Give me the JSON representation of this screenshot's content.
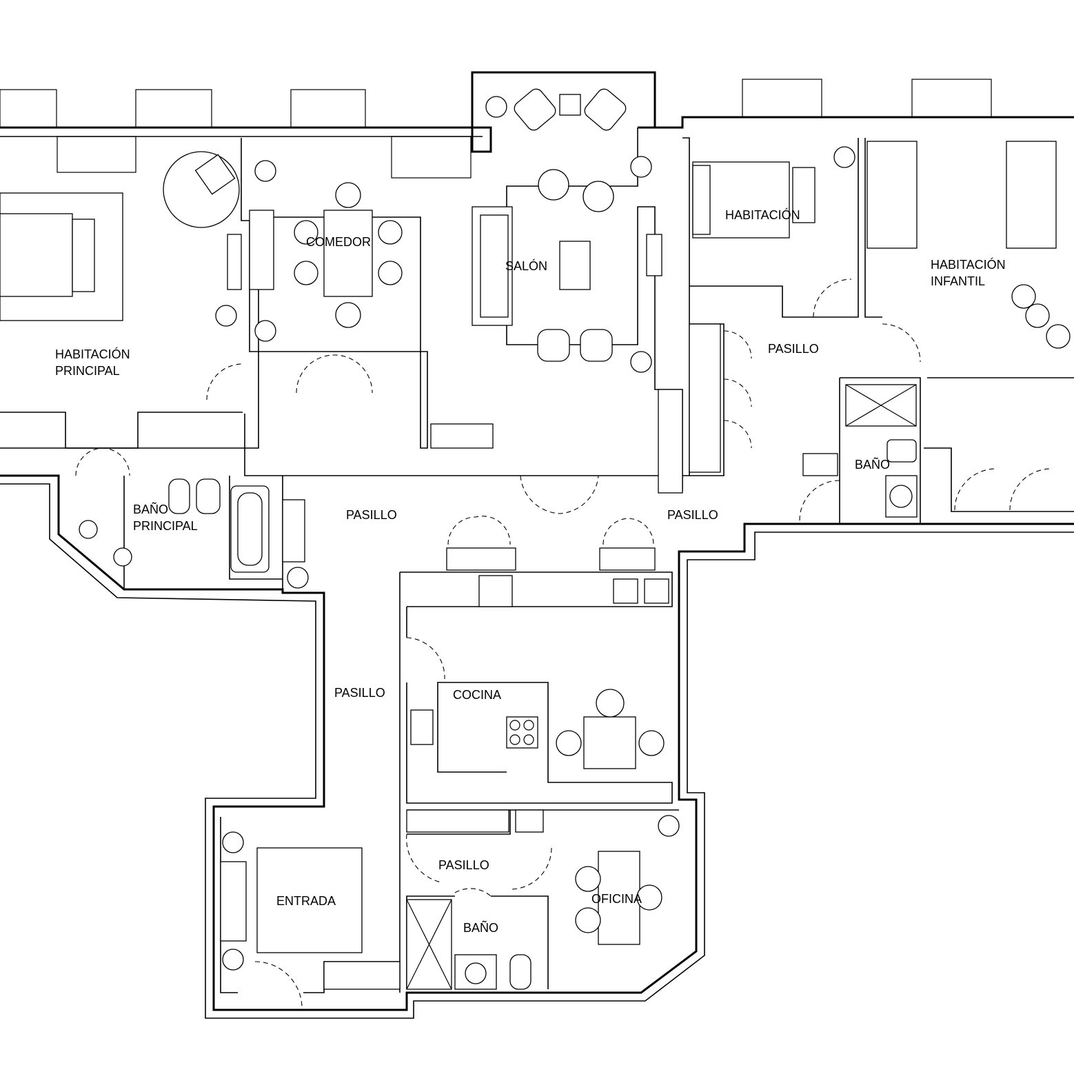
{
  "plan": {
    "rooms": {
      "habitacion_principal": [
        "HABITACIÓN",
        "PRINCIPAL"
      ],
      "comedor": "COMEDOR",
      "salon": "SALÓN",
      "habitacion": "HABITACIÓN",
      "habitacion_infantil": [
        "HABITACIÓN",
        "INFANTIL"
      ],
      "pasillo_right_top": "PASILLO",
      "pasillo_center": "PASILLO",
      "pasillo_right": "PASILLO",
      "pasillo_vertical": "PASILLO",
      "pasillo_small": "PASILLO",
      "bano_principal": [
        "BAÑO",
        "PRINCIPAL"
      ],
      "bano_right": "BAÑO",
      "bano_bottom": "BAÑO",
      "cocina": "COCINA",
      "entrada": "ENTRADA",
      "oficina": "OFICINA"
    },
    "colors": {
      "line": "#000000",
      "background": "#ffffff"
    }
  }
}
